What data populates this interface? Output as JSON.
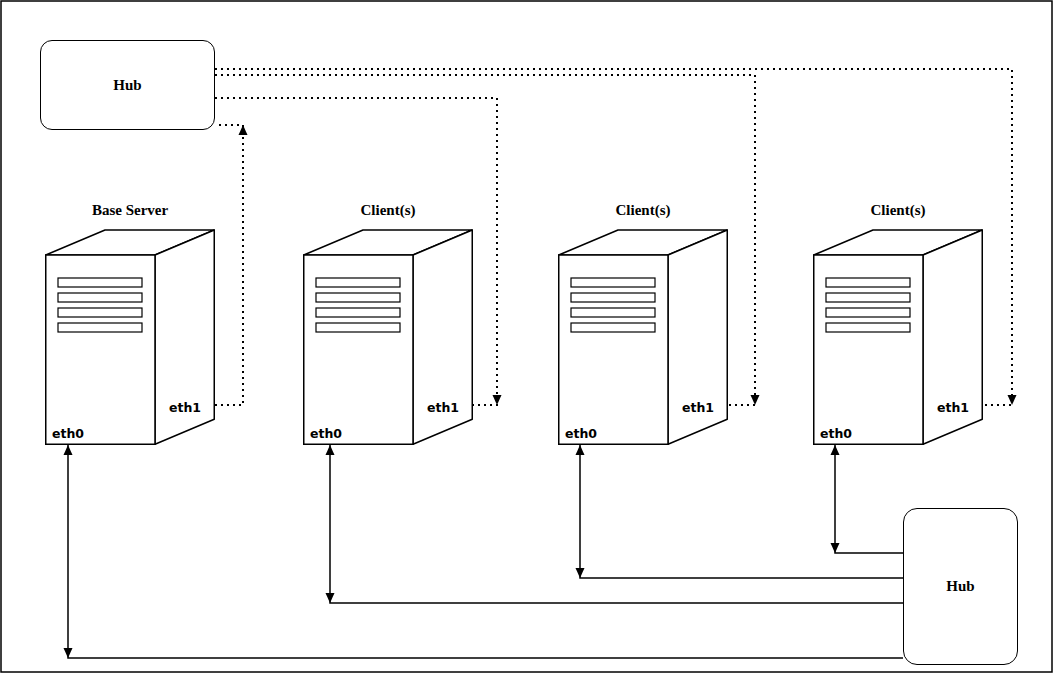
{
  "diagram": {
    "nodes": [
      {
        "text": [
          "Hub"
        ]
      },
      {
        "text": [
          "Base Server",
          "eth0",
          "eth1"
        ]
      },
      {
        "text": [
          "Client(s)",
          "eth0",
          "eth1"
        ]
      },
      {
        "text": [
          "Client(s)",
          "eth0",
          "eth1"
        ]
      },
      {
        "text": [
          "Client(s)",
          "eth0",
          "eth1"
        ]
      },
      {
        "text": [
          "Hub"
        ]
      }
    ],
    "edges": [
      {
        "from": 1,
        "to": 0,
        "arrow": "to"
      },
      {
        "from": 0,
        "to": 2,
        "arrow": "to"
      },
      {
        "from": 0,
        "to": 3,
        "arrow": "to"
      },
      {
        "from": 0,
        "to": 4,
        "arrow": "to"
      },
      {
        "from": 1,
        "to": 5,
        "arrow": "both"
      },
      {
        "from": 2,
        "to": 5,
        "arrow": "both"
      },
      {
        "from": 3,
        "to": 5,
        "arrow": "both"
      },
      {
        "from": 4,
        "to": 5,
        "arrow": "both"
      }
    ]
  }
}
